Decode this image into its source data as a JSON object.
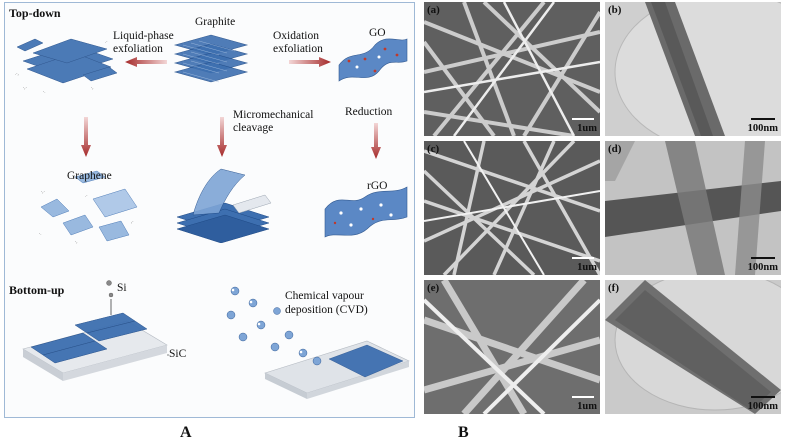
{
  "panel_a": {
    "top_down": "Top-down",
    "graphite": "Graphite",
    "liquid_phase_line1": "Liquid-phase",
    "liquid_phase_line2": "exfoliation",
    "oxidation_line1": "Oxidation",
    "oxidation_line2": "exfoliation",
    "go": "GO",
    "micromech_line1": "Micromechanical",
    "micromech_line2": "cleavage",
    "reduction": "Reduction",
    "graphene": "Graphene",
    "rgo": "rGO",
    "bottom_up": "Bottom-up",
    "si": "Si",
    "sic": "SiC",
    "cvd_line1": "Chemical vapour",
    "cvd_line2": "deposition (CVD)",
    "caption": "A",
    "colors": {
      "sheet": "#3d6fb0",
      "sheet_dark": "#1f4a86",
      "arrow": "#a52a2a",
      "substrate": "#d9dde2"
    }
  },
  "panel_b": {
    "caption": "B",
    "panels": [
      {
        "tag": "(a)",
        "scale": "1um",
        "kind": "sem"
      },
      {
        "tag": "(b)",
        "scale": "100nm",
        "kind": "tem"
      },
      {
        "tag": "(c)",
        "scale": "1um",
        "kind": "sem"
      },
      {
        "tag": "(d)",
        "scale": "100nm",
        "kind": "tem"
      },
      {
        "tag": "(e)",
        "scale": "1um",
        "kind": "sem"
      },
      {
        "tag": "(f)",
        "scale": "100nm",
        "kind": "tem"
      }
    ]
  }
}
